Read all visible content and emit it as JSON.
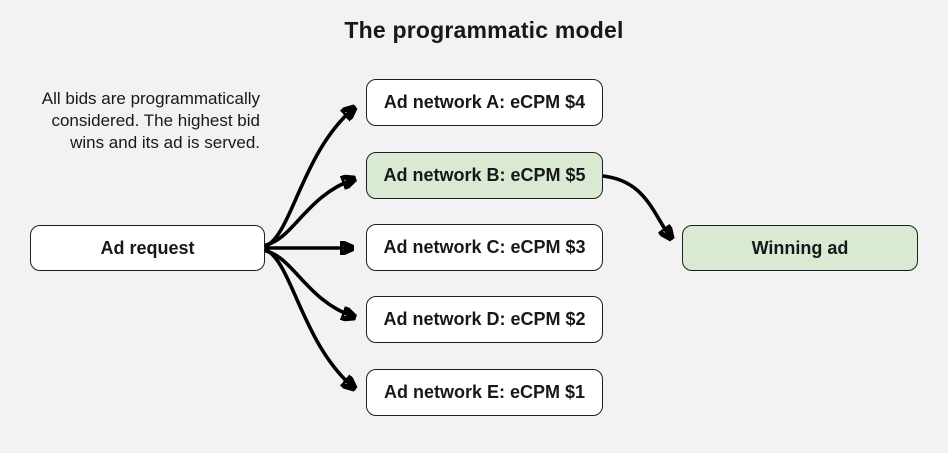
{
  "title": "The programmatic model",
  "description": "All bids are programmatically\nconsidered. The highest bid\nwins and its ad is served.",
  "nodes": {
    "ad_request": {
      "label": "Ad request"
    },
    "networks": [
      {
        "label": "Ad network A: eCPM $4",
        "highlighted": false
      },
      {
        "label": "Ad network B: eCPM $5",
        "highlighted": true
      },
      {
        "label": "Ad network C: eCPM $3",
        "highlighted": false
      },
      {
        "label": "Ad network D: eCPM $2",
        "highlighted": false
      },
      {
        "label": "Ad network E: eCPM $1",
        "highlighted": false
      }
    ],
    "winning_ad": {
      "label": "Winning ad"
    }
  },
  "edges": [
    "ad-request to ad-network-a",
    "ad-request to ad-network-b",
    "ad-request to ad-network-c",
    "ad-request to ad-network-d",
    "ad-request to ad-network-e",
    "ad-network-b to winning-ad"
  ],
  "colors": {
    "background": "#f2f2f2",
    "box_fill": "#ffffff",
    "highlight_fill": "#d9e9d2",
    "border": "#1f1f1f",
    "arrow": "#000000",
    "text": "#17181a"
  }
}
